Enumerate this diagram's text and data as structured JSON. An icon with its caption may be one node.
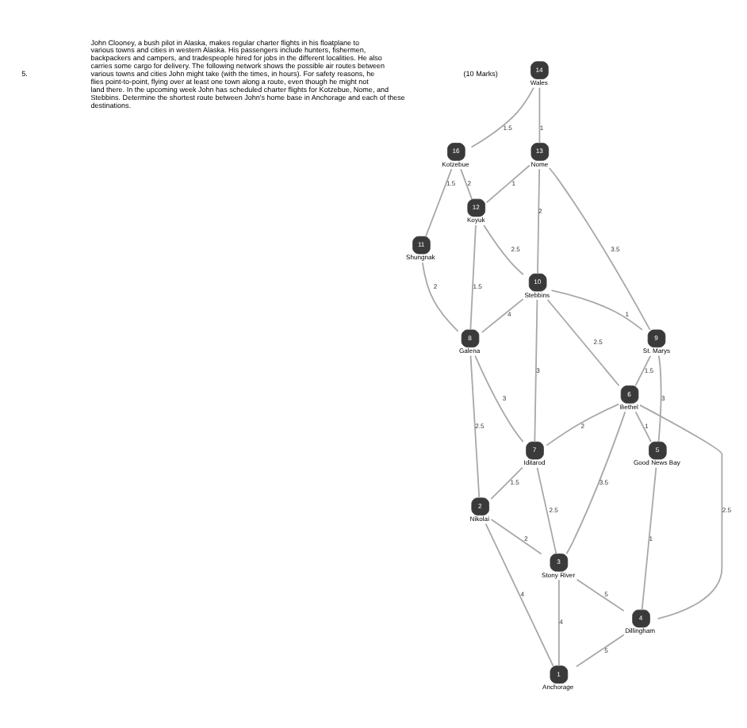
{
  "diagram": {
    "nodes": [
      {
        "text": [
          "16"
        ],
        "beside": [
          "Kotzebue"
        ]
      },
      {
        "text": [
          "11"
        ],
        "beside": [
          "Shungnak"
        ]
      },
      {
        "text": [
          "14"
        ],
        "beside": [
          "Wales"
        ]
      },
      {
        "text": [
          "13"
        ],
        "beside": [
          "Nome"
        ]
      },
      {
        "text": [
          "12"
        ],
        "beside": [
          "Koyuk"
        ]
      },
      {
        "text": [
          "8"
        ],
        "beside": [
          "Galena"
        ]
      },
      {
        "text": [
          "10"
        ],
        "beside": [
          "Stebbins"
        ]
      },
      {
        "text": [
          "9"
        ],
        "beside": [
          "St. Marys"
        ]
      },
      {
        "text": [
          "7"
        ],
        "beside": [
          "Iditarod"
        ]
      },
      {
        "text": [
          "2"
        ],
        "beside": [
          "Nikolai"
        ]
      },
      {
        "text": [
          "6"
        ],
        "beside": [
          "Bethel"
        ]
      },
      {
        "text": [
          "3"
        ],
        "beside": [
          "Stony River"
        ]
      },
      {
        "text": [
          "5"
        ],
        "beside": [
          "Good News Bay"
        ]
      },
      {
        "text": [
          "1"
        ],
        "beside": [
          "Anchorage"
        ]
      },
      {
        "text": [
          "4"
        ],
        "beside": [
          "Dillingham"
        ]
      }
    ],
    "edges": [
      {
        "from": 2,
        "to": 0,
        "arrow": "none",
        "label": "1.5"
      },
      {
        "from": 0,
        "to": 1,
        "arrow": "none",
        "label": "1.5"
      },
      {
        "from": 2,
        "to": 3,
        "arrow": "none",
        "label": "1"
      },
      {
        "from": 0,
        "to": 4,
        "arrow": "none",
        "label": "2"
      },
      {
        "from": 1,
        "to": 5,
        "arrow": "none",
        "label": "2"
      },
      {
        "from": 3,
        "to": 4,
        "arrow": "none",
        "label": "1"
      },
      {
        "from": 4,
        "to": 5,
        "arrow": "none",
        "label": "1.5"
      },
      {
        "from": 3,
        "to": 6,
        "arrow": "none",
        "label": "2"
      },
      {
        "from": 4,
        "to": 6,
        "arrow": "none",
        "label": "2.5"
      },
      {
        "from": 6,
        "to": 5,
        "arrow": "none",
        "label": "4"
      },
      {
        "from": 3,
        "to": 7,
        "arrow": "none",
        "label": "3.5"
      },
      {
        "from": 6,
        "to": 7,
        "arrow": "none",
        "label": "1"
      },
      {
        "from": 6,
        "to": 8,
        "arrow": "none",
        "label": "3"
      },
      {
        "from": 5,
        "to": 8,
        "arrow": "none",
        "label": "3"
      },
      {
        "from": 5,
        "to": 9,
        "arrow": "none",
        "label": "2.5"
      },
      {
        "from": 6,
        "to": 10,
        "arrow": "none",
        "label": "2.5"
      },
      {
        "from": 8,
        "to": 9,
        "arrow": "none",
        "label": "1.5"
      },
      {
        "from": 7,
        "to": 10,
        "arrow": "none",
        "label": "1.5"
      },
      {
        "from": 10,
        "to": 8,
        "arrow": "none",
        "label": "2"
      },
      {
        "from": 7,
        "to": 12,
        "arrow": "none",
        "label": "3"
      },
      {
        "from": 10,
        "to": 11,
        "arrow": "none",
        "label": "3.5"
      },
      {
        "from": 8,
        "to": 11,
        "arrow": "none",
        "label": "2.5"
      },
      {
        "from": 9,
        "to": 11,
        "arrow": "none",
        "label": "2"
      },
      {
        "from": 9,
        "to": 13,
        "arrow": "none",
        "label": "4"
      },
      {
        "from": 10,
        "to": 12,
        "arrow": "none",
        "label": "1"
      },
      {
        "from": 10,
        "to": 14,
        "arrow": "none",
        "label": "2.5"
      },
      {
        "from": 11,
        "to": 13,
        "arrow": "none",
        "label": "4"
      },
      {
        "from": 11,
        "to": 14,
        "arrow": "none",
        "label": "5"
      },
      {
        "from": 12,
        "to": 14,
        "arrow": "none",
        "label": "1"
      },
      {
        "from": 14,
        "to": 13,
        "arrow": "none",
        "label": "5"
      }
    ],
    "labels": [
      "5.",
      "John Clooney, a bush pilot in Alaska, makes regular charter flights in his floatplane to various towns and cities in western Alaska. His passengers include hunters, fishermen, backpackers and campers, and tradespeople hired for jobs in the different localities. He also carries some cargo for delivery. The following network shows the possible air routes between various towns and cities John might take (with the times, in hours). For safety reasons, he flies point-to-point, flying over at least one town along a route, even though he might not land there. In the upcoming week John has scheduled charter flights for Kotzebue, Nome, and Stebbins. Determine the shortest route between John's home base in Anchorage and each of these destinations.",
      "(10 Marks)"
    ]
  }
}
